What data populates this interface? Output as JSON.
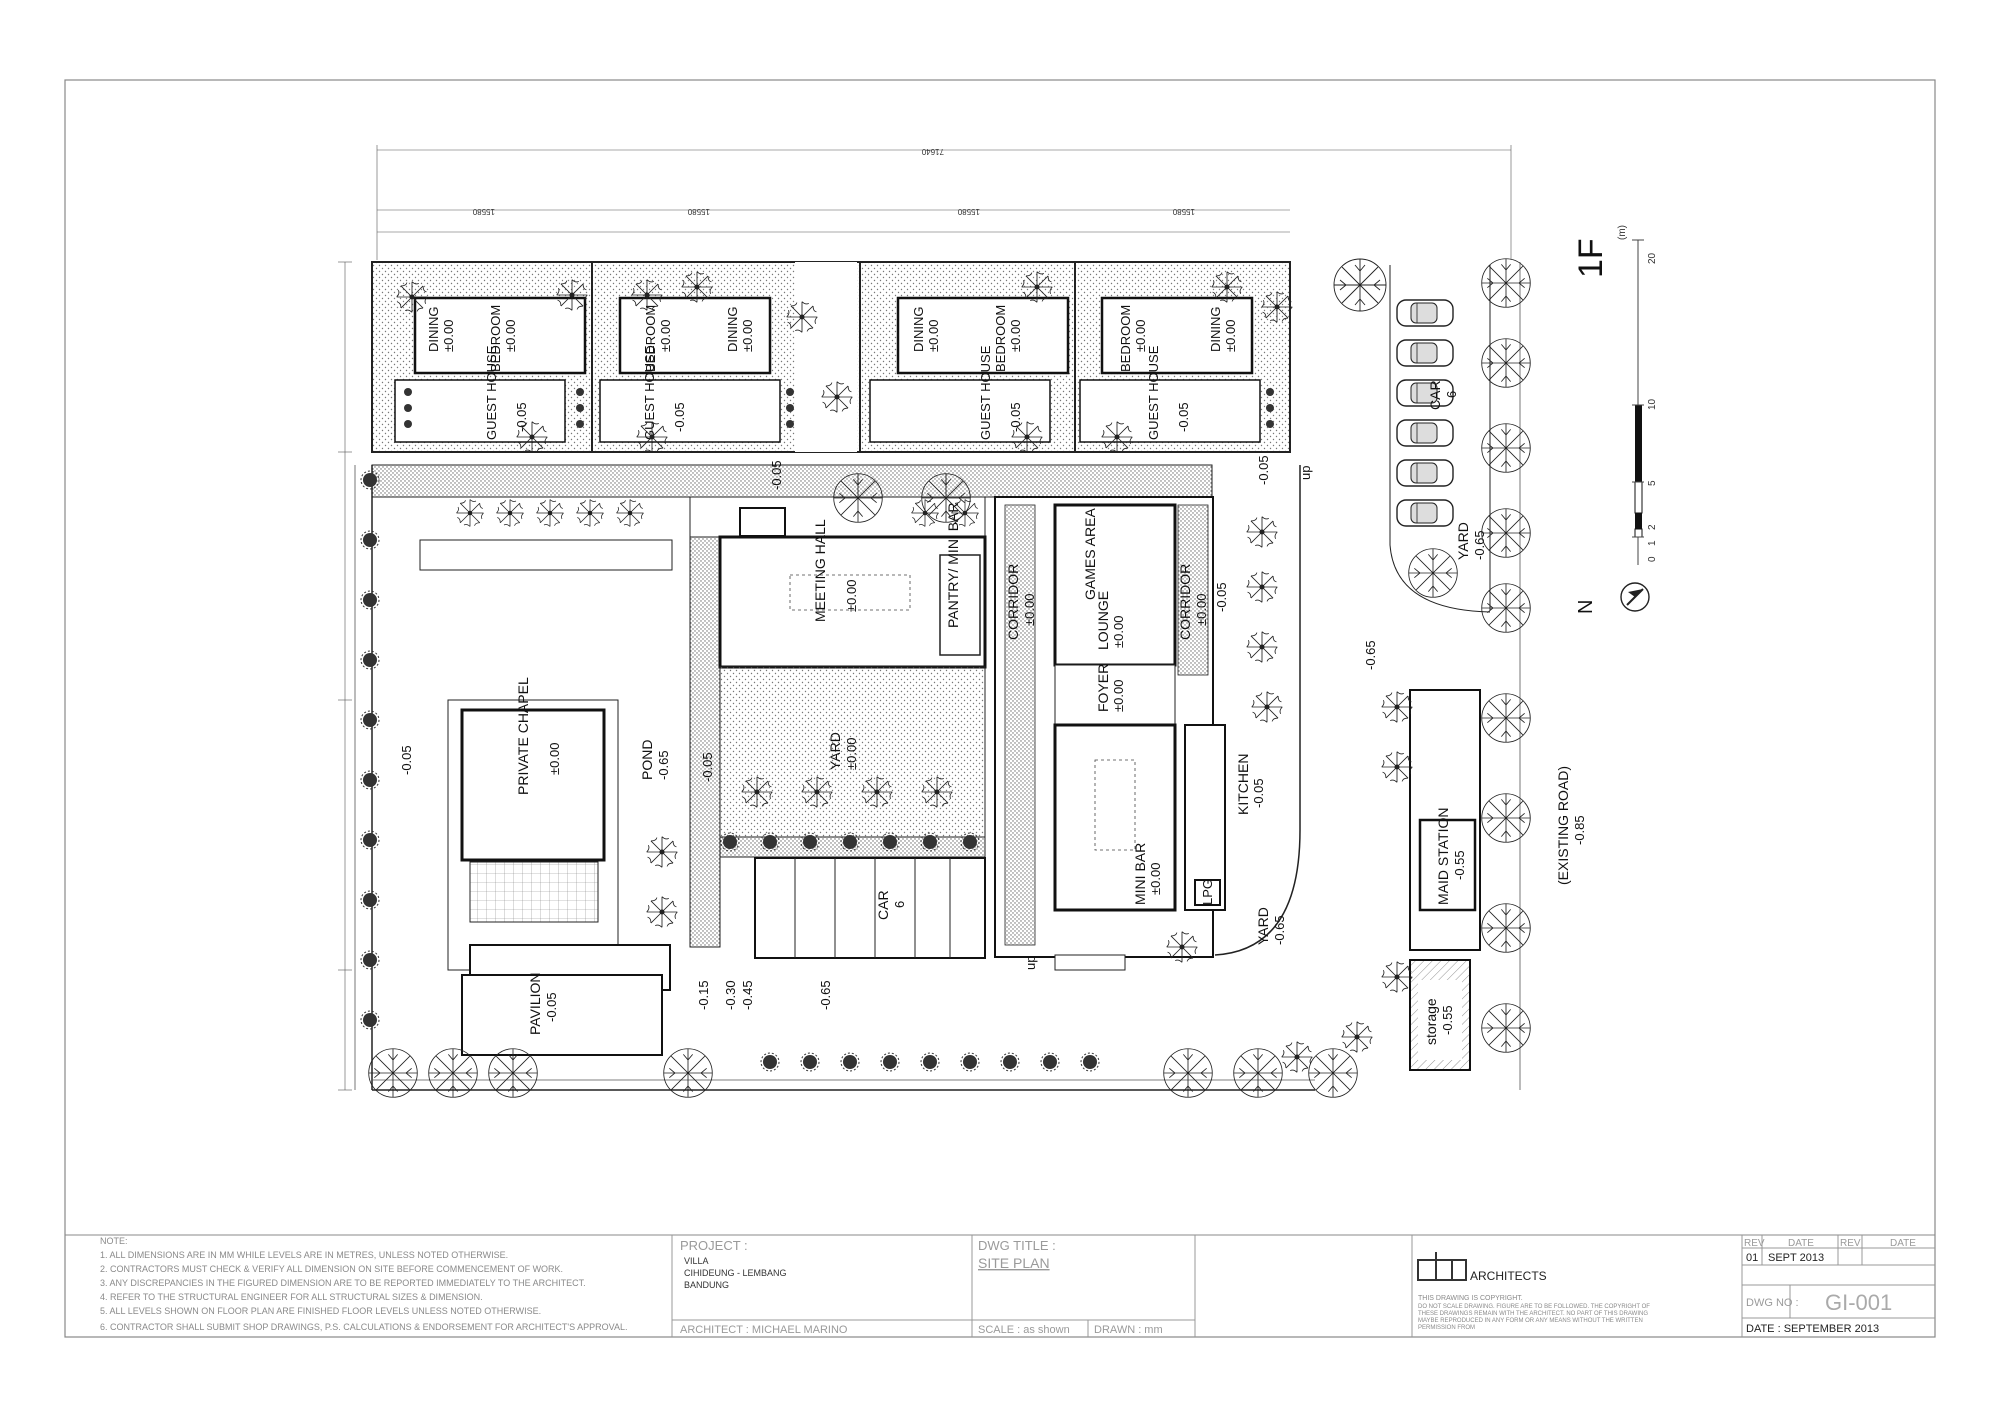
{
  "north_label": "N",
  "floor_label": "1F",
  "scale_bar": {
    "unit": "(m)",
    "ticks": [
      "20",
      "10",
      "5",
      "2",
      "1",
      "0"
    ]
  },
  "overall_dims": {
    "total": "71640",
    "blocks": [
      "15580",
      "15580",
      "15580",
      "15580"
    ]
  },
  "rooms": {
    "dining": "DINING",
    "bedroom": "BEDROOM",
    "guest_house": "GUEST HOUSE",
    "meeting_hall": "MEETING HALL",
    "pantry": "PANTRY/ MINI BAR",
    "games_area": "GAMES AREA",
    "lounge": "LOUNGE",
    "foyer": "FOYER",
    "corridor": "CORRIDOR",
    "mini_bar": "MINI BAR",
    "kitchen": "KITCHEN",
    "lpg": "LPG",
    "maid_station": "MAID STATION",
    "storage": "storage",
    "private_chapel": "PRIVATE CHAPEL",
    "pavilion": "PAVILION",
    "pond": "POND",
    "yard": "YARD",
    "car": "CAR",
    "car_count": "6",
    "existing_road": "(EXISTING ROAD)"
  },
  "levels": {
    "zero": "±0.00",
    "m005": "-0.05",
    "m015": "-0.15",
    "m030": "-0.30",
    "m045": "-0.45",
    "m055": "-0.55",
    "m065": "-0.65",
    "m085": "-0.85",
    "up": "up"
  },
  "title_block": {
    "notes_title": "NOTE:",
    "notes": [
      "1. ALL DIMENSIONS ARE IN MM WHILE LEVELS ARE IN METRES, UNLESS NOTED OTHERWISE.",
      "2. CONTRACTORS MUST CHECK & VERIFY ALL DIMENSION ON SITE BEFORE COMMENCEMENT OF WORK.",
      "3. ANY DISCREPANCIES IN THE FIGURED DIMENSION ARE TO BE REPORTED IMMEDIATELY TO THE ARCHITECT.",
      "4. REFER TO THE STRUCTURAL ENGINEER FOR ALL STRUCTURAL SIZES & DIMENSION.",
      "5. ALL LEVELS SHOWN ON FLOOR PLAN ARE FINISHED FLOOR LEVELS UNLESS NOTED OTHERWISE.",
      "6. CONTRACTOR SHALL SUBMIT SHOP DRAWINGS, P.S. CALCULATIONS & ENDORSEMENT FOR ARCHITECT'S APPROVAL."
    ],
    "project_label": "PROJECT :",
    "project_lines": [
      "VILLA",
      "CIHIDEUNG - LEMBANG",
      "BANDUNG"
    ],
    "architect_line": "ARCHITECT : MICHAEL MARINO",
    "dwg_title_label": "DWG TITLE :",
    "dwg_title": "SITE PLAN",
    "scale_line": "SCALE : as shown",
    "drawn_line": "DRAWN : mm",
    "firm": "ARCHITECTS",
    "copyright_title": "THIS DRAWING IS COPYRIGHT.",
    "copyright_text": [
      "DO NOT SCALE DRAWING. FIGURE ARE TO BE FOLLOWED. THE COPYRIGHT OF",
      "THESE DRAWINGS REMAIN WITH THE ARCHITECT. NO PART OF THIS DRAWING",
      "MAYBE REPRODUCED IN ANY FORM OR ANY MEANS WITHOUT THE WRITTEN",
      "PERMISSION FROM"
    ],
    "rev_label": "REV",
    "date_label": "DATE",
    "rev_no": "01",
    "rev_date": "SEPT 2013",
    "dwg_no_label": "DWG NO :",
    "dwg_no": "GI-001",
    "date_line": "DATE : SEPTEMBER 2013"
  }
}
